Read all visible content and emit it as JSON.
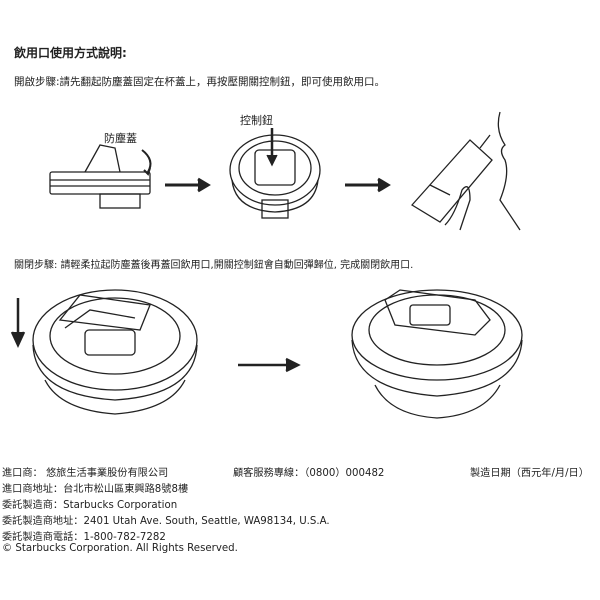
{
  "title": "飲用口使用方式說明:",
  "open_steps": "開啟步驟:請先翻起防塵蓋固定在杯蓋上，再按壓開關控制鈕，即可使用飲用口。",
  "close_steps": "關閉步驟: 請輕柔拉起防塵蓋後再蓋回飲用口,開關控制鈕會自動回彈歸位, 完成關閉飲用口.",
  "labels": {
    "dust_cover": "防塵蓋",
    "control_button": "控制鈕"
  },
  "footer": {
    "importer": "進口商： 悠旅生活事業股份有限公司",
    "hotline": "顧客服務專線：（0800）000482",
    "mfg_date": "製造日期（西元年/月/日）",
    "importer_address": "進口商地址：台北市松山區東興路8號8樓",
    "manufacturer": "委託製造商：Starbucks Corporation",
    "manufacturer_address": "委託製造商地址：2401 Utah Ave. South, Seattle, WA98134, U.S.A.",
    "manufacturer_phone": "委託製造商電話：1-800-782-7282",
    "copyright": "© Starbucks Corporation. All Rights Reserved."
  }
}
